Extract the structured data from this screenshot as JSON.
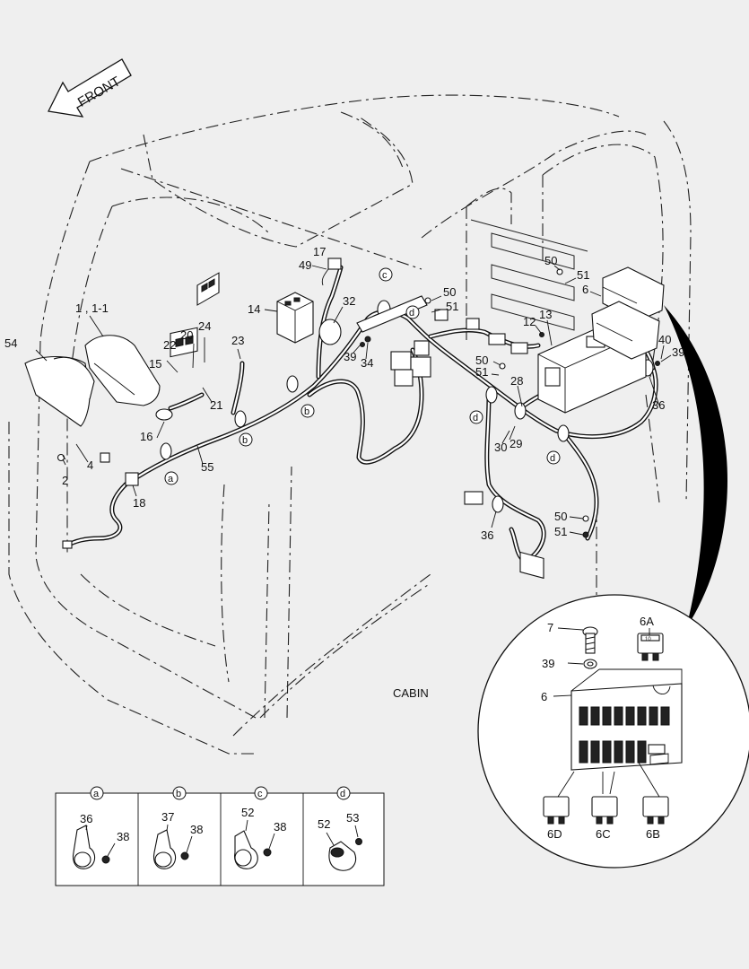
{
  "labels": {
    "front": "FRONT",
    "cabin": "CABIN",
    "l1": "1 , 1-1",
    "l54": "54",
    "l2": "2",
    "l4": "4",
    "l15": "15",
    "l16": "16",
    "l18": "18",
    "l20": "20",
    "l21": "21",
    "l22": "22",
    "l23": "23",
    "l24": "24",
    "l55": "55",
    "l14": "14",
    "l17": "17",
    "l49": "49",
    "l32": "32",
    "l39a": "39",
    "l34": "34",
    "l50a": "50",
    "l51a": "51",
    "l50b": "50",
    "l51b": "51",
    "l28": "28",
    "l29": "29",
    "l30": "30",
    "l36a": "36",
    "l36b": "36",
    "l50c": "50",
    "l51c": "51",
    "l12": "12",
    "l13": "13",
    "l50d": "50",
    "l51d": "51",
    "l6": "6",
    "l40": "40",
    "l39b": "39",
    "ca": "a",
    "cb1": "b",
    "cb2": "b",
    "cc": "c",
    "cd1": "d",
    "cd2": "d",
    "cd3": "d"
  },
  "detail": {
    "l7": "7",
    "l6A": "6A",
    "l39": "39",
    "l6": "6",
    "l6D": "6D",
    "l6C": "6C",
    "l6B": "6B",
    "fuse_rating": "10"
  },
  "clamps": {
    "a": {
      "key": "a",
      "n1": "36",
      "n2": "38"
    },
    "b": {
      "key": "b",
      "n1": "37",
      "n2": "38"
    },
    "c": {
      "key": "c",
      "n1": "52",
      "n2": "38"
    },
    "d": {
      "key": "d",
      "n1": "52",
      "n2": "53"
    }
  }
}
